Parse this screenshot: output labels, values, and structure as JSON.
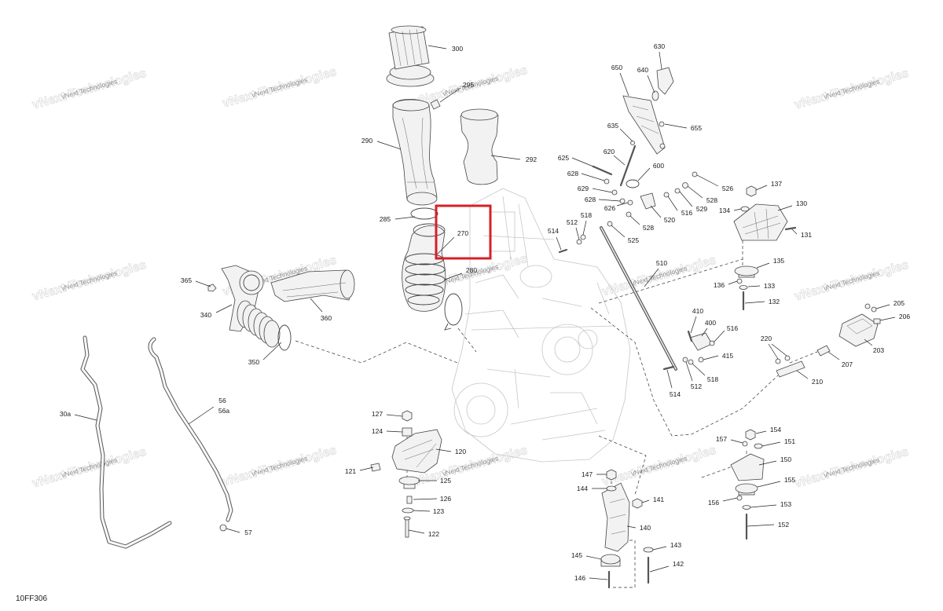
{
  "diagram_code": "10FF306",
  "watermark": "vNext Technologies",
  "highlight_color": "#d62027",
  "callouts": [
    "300",
    "295",
    "290",
    "292",
    "285",
    "270",
    "280",
    "365",
    "340",
    "360",
    "350",
    "30a",
    "56",
    "56a",
    "57",
    "127",
    "124",
    "120",
    "121",
    "125",
    "126",
    "123",
    "122",
    "630",
    "640",
    "650",
    "635",
    "655",
    "620",
    "625",
    "600",
    "628",
    "629",
    "628",
    "626",
    "526",
    "528",
    "529",
    "516",
    "520",
    "528",
    "518",
    "512",
    "514",
    "525",
    "137",
    "130",
    "134",
    "131",
    "135",
    "136",
    "133",
    "132",
    "510",
    "410",
    "400",
    "516",
    "415",
    "518",
    "512",
    "514",
    "220",
    "205",
    "206",
    "203",
    "207",
    "210",
    "154",
    "157",
    "151",
    "150",
    "155",
    "156",
    "153",
    "152",
    "147",
    "144",
    "141",
    "140",
    "143",
    "145",
    "142",
    "146"
  ]
}
